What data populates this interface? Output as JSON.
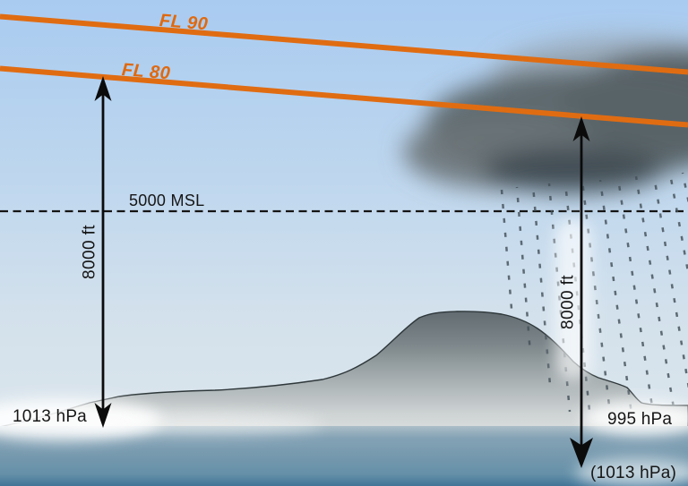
{
  "diagram": {
    "type": "aviation-flight-level-vs-pressure-diagram",
    "flight_levels": [
      {
        "id": "fl90",
        "label": "FL 90"
      },
      {
        "id": "fl80",
        "label": "FL 80"
      }
    ],
    "msl_reference": {
      "label": "5000 MSL"
    },
    "left_station": {
      "height_label": "8000 ft",
      "pressure_label": "1013 hPa"
    },
    "right_station": {
      "height_label": "8000 ft",
      "pressure_label": "995 hPa",
      "standard_pressure_label": "(1013 hPa)"
    },
    "colors": {
      "flight_level_line": "#e06c12",
      "sky_top": "#a9cbf0",
      "sky_bottom": "#e0e8ec",
      "sea_top": "#abbec7",
      "sea_bottom": "#417497",
      "terrain_dark": "#5f696e",
      "terrain_light": "#dadedd",
      "cloud": "#5a6468",
      "rain": "#44515a",
      "text": "#161616"
    }
  }
}
